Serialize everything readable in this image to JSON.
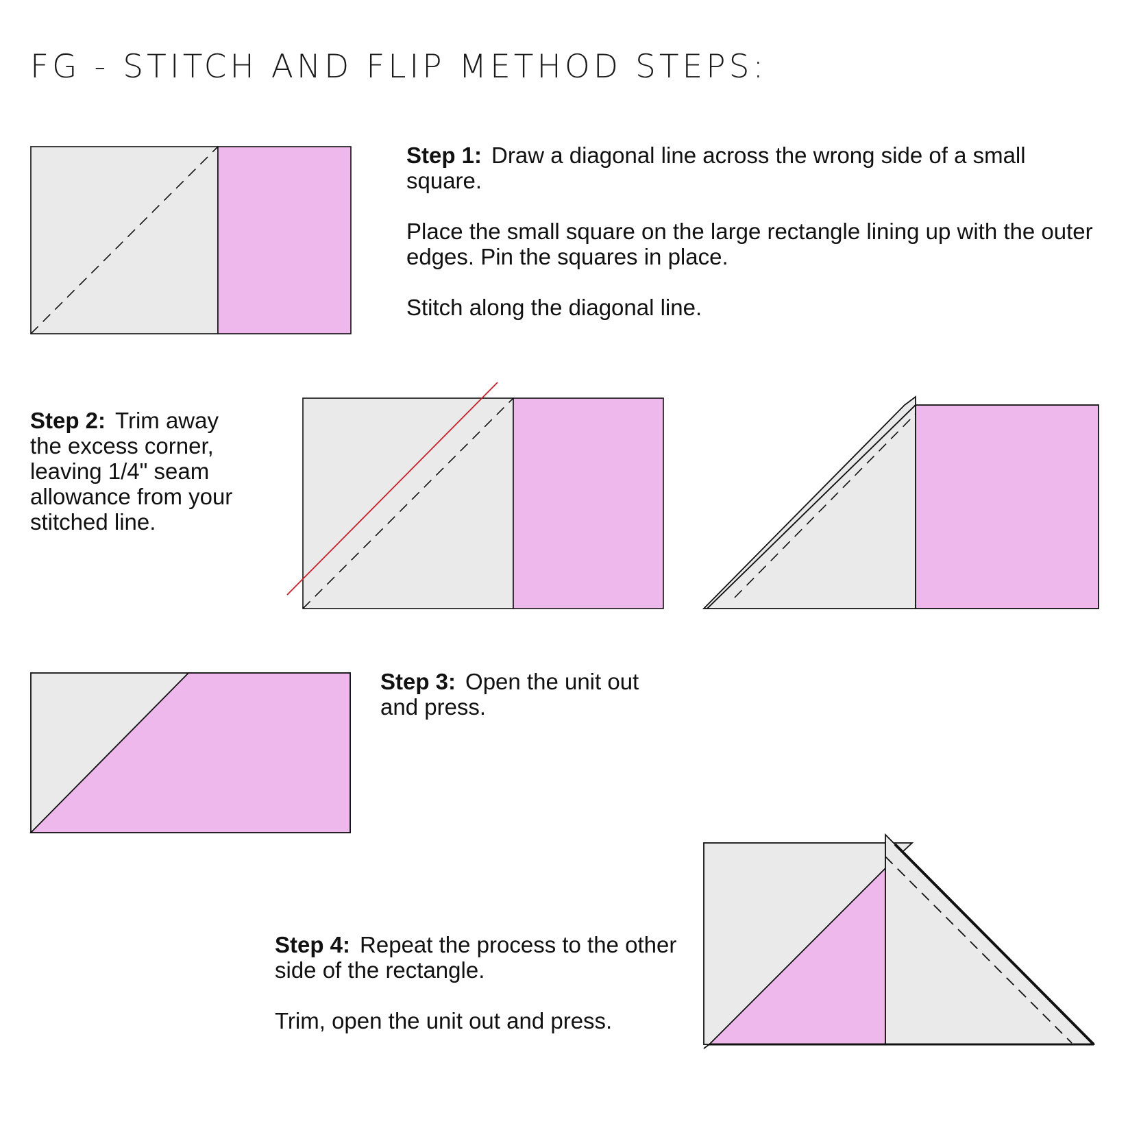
{
  "title": "FG - STITCH AND FLIP METHOD STEPS:",
  "colors": {
    "grey_fabric": "#EAEAEA",
    "pink_fabric": "#EFB8EC",
    "outline": "#111111",
    "cut_line": "#C8202A"
  },
  "steps": {
    "step1": {
      "label": "Step 1:",
      "paragraphs": [
        "Draw a diagonal line across the wrong side of a  small square.",
        "Place the small square on the large rectangle lining up with the outer edges.  Pin the squares in place.",
        "Stitch along the diagonal line."
      ]
    },
    "step2": {
      "label": "Step 2:",
      "text": "Trim away the excess corner, leaving 1/4\" seam allowance from your stitched line."
    },
    "step3": {
      "label": "Step 3:",
      "text": "Open the unit out and press."
    },
    "step4": {
      "label": "Step 4:",
      "paragraphs": [
        "Repeat the process to the other side of the rectangle.",
        "Trim, open the unit out and press."
      ]
    }
  }
}
